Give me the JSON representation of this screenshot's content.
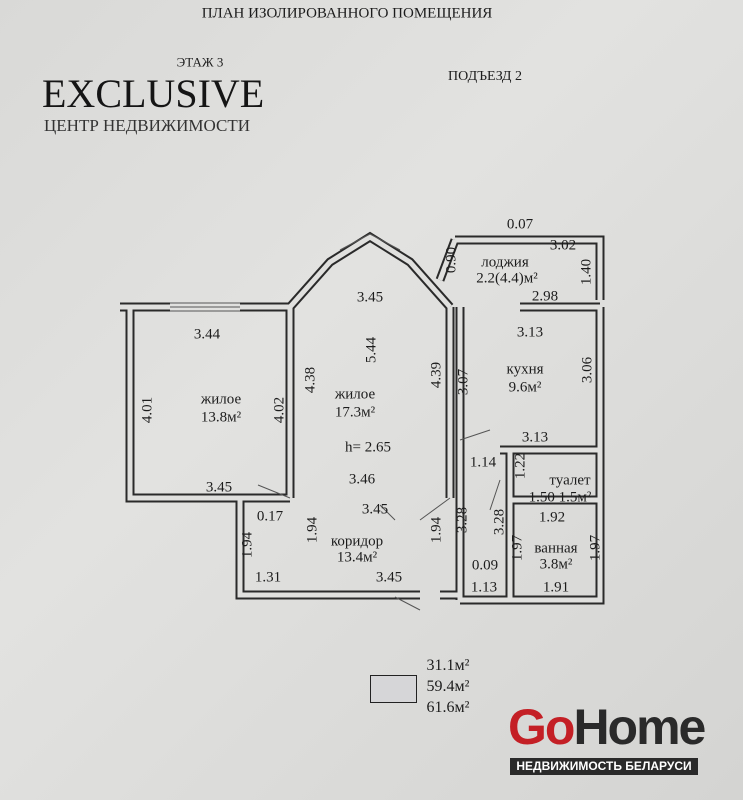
{
  "header": {
    "title": "ПЛАН ИЗОЛИРОВАННОГО ПОМЕЩЕНИЯ",
    "floor": "ЭТАЖ 3",
    "entrance": "ПОДЪЕЗД 2"
  },
  "watermark_exclusive": {
    "name": "EXCLUSIVE",
    "tagline": "ЦЕНТР НЕДВИЖИМОСТИ"
  },
  "rooms": {
    "loggia": {
      "name": "лоджия",
      "area": "2.2(4.4)м²"
    },
    "kitchen": {
      "name": "кухня",
      "area": "9.6м²"
    },
    "living1": {
      "name": "жилое",
      "area": "13.8м²"
    },
    "living2": {
      "name": "жилое",
      "area": "17.3м²"
    },
    "toilet": {
      "name": "туалет",
      "area": "1.50 1.5м²"
    },
    "corridor": {
      "name": "коридор",
      "area": "13.4м²"
    },
    "bathroom": {
      "name": "ванная",
      "area": "3.8м²"
    }
  },
  "ceiling_height": "h= 2.65",
  "dimensions": [
    "0.07",
    "3.02",
    "0.90",
    "1.40",
    "2.98",
    "3.45",
    "3.44",
    "3.13",
    "5.44",
    "4.38",
    "4.39",
    "3.07",
    "3.06",
    "4.01",
    "4.02",
    "3.13",
    "1.14",
    "1.22",
    "3.45",
    "3.46",
    "0.17",
    "3.45",
    "1.94",
    "3.28",
    "3.28",
    "1.92",
    "1.94",
    "1.94",
    "0.09",
    "1.97",
    "1.97",
    "1.31",
    "3.45",
    "1.13",
    "1.91"
  ],
  "summary": [
    "31.1м²",
    "59.4м²",
    "61.6м²"
  ],
  "watermark_gohome": {
    "go": "Go",
    "home": "Home",
    "tagline": "НЕДВИЖИМОСТЬ БЕЛАРУСИ"
  }
}
